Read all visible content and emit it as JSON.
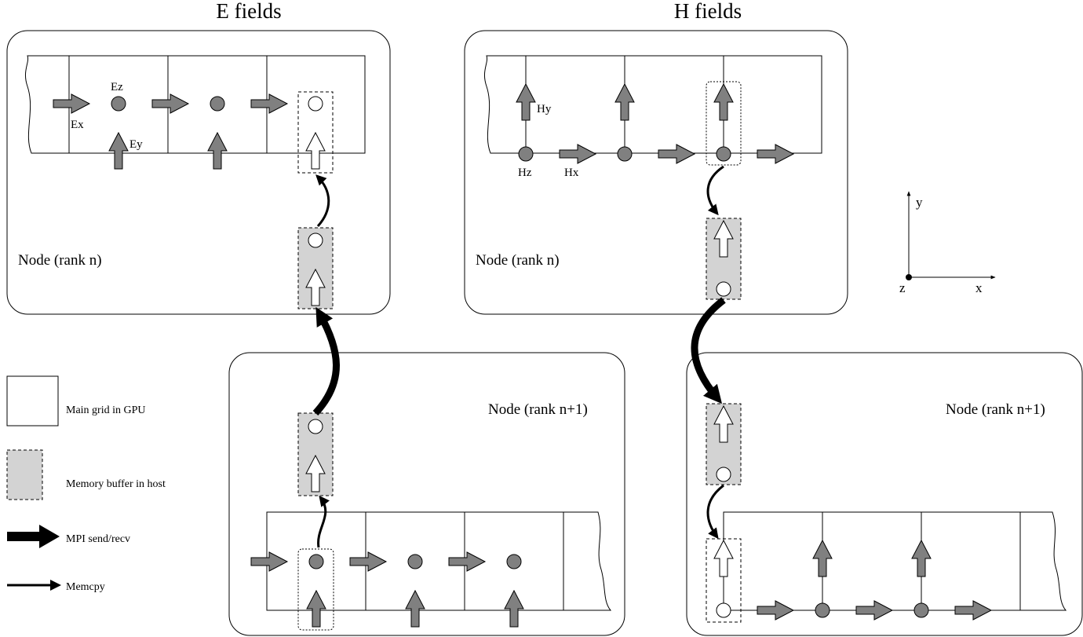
{
  "titles": {
    "e_fields": "E fields",
    "h_fields": "H fields"
  },
  "nodes": {
    "e_top": "Node (rank n)",
    "e_bottom": "Node (rank n+1)",
    "h_top": "Node (rank n)",
    "h_bottom": "Node (rank n+1)"
  },
  "field_labels": {
    "ez": "Ez",
    "ex": "Ex",
    "ey": "Ey",
    "hy": "Hy",
    "hz": "Hz",
    "hx": "Hx"
  },
  "legend": {
    "main_grid": "Main grid in GPU",
    "memory_buffer": "Memory buffer in host",
    "mpi": "MPI send/recv",
    "memcpy": "Memcpy"
  },
  "axes": {
    "x": "x",
    "y": "y",
    "z": "z"
  },
  "colors": {
    "field_gray": "#808080",
    "buffer_fill": "#d3d3d3",
    "stroke": "#000000",
    "background": "#ffffff"
  }
}
